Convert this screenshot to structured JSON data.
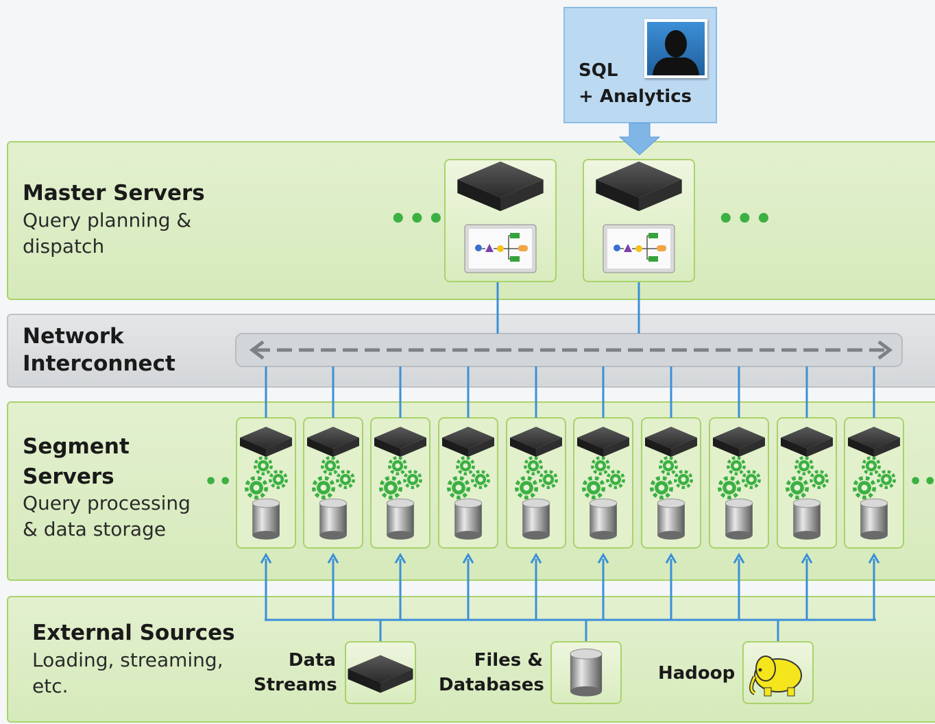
{
  "user_card": {
    "line1": "SQL",
    "line2": "+ Analytics"
  },
  "master": {
    "title": "Master Servers",
    "sub1": "Query planning &",
    "sub2": "dispatch",
    "ellipsis": "•••"
  },
  "network": {
    "title1": "Network",
    "title2": "Interconnect"
  },
  "segment": {
    "title1": "Segment",
    "title2": "Servers",
    "sub1": "Query processing",
    "sub2": "& data storage",
    "ellipsis": "•••"
  },
  "external": {
    "title": "External Sources",
    "sub1": "Loading, streaming,",
    "sub2": "etc.",
    "sources": [
      {
        "line1": "Data",
        "line2": "Streams"
      },
      {
        "line1": "Files &",
        "line2": "Databases"
      },
      {
        "line1": "Hadoop",
        "line2": ""
      }
    ]
  },
  "colors": {
    "band_green": "#dbedc3",
    "band_border": "#a9d26b",
    "line_blue": "#3b8fd8",
    "arrow_blue": "#7fb6e6",
    "gear_green": "#3cb043"
  }
}
